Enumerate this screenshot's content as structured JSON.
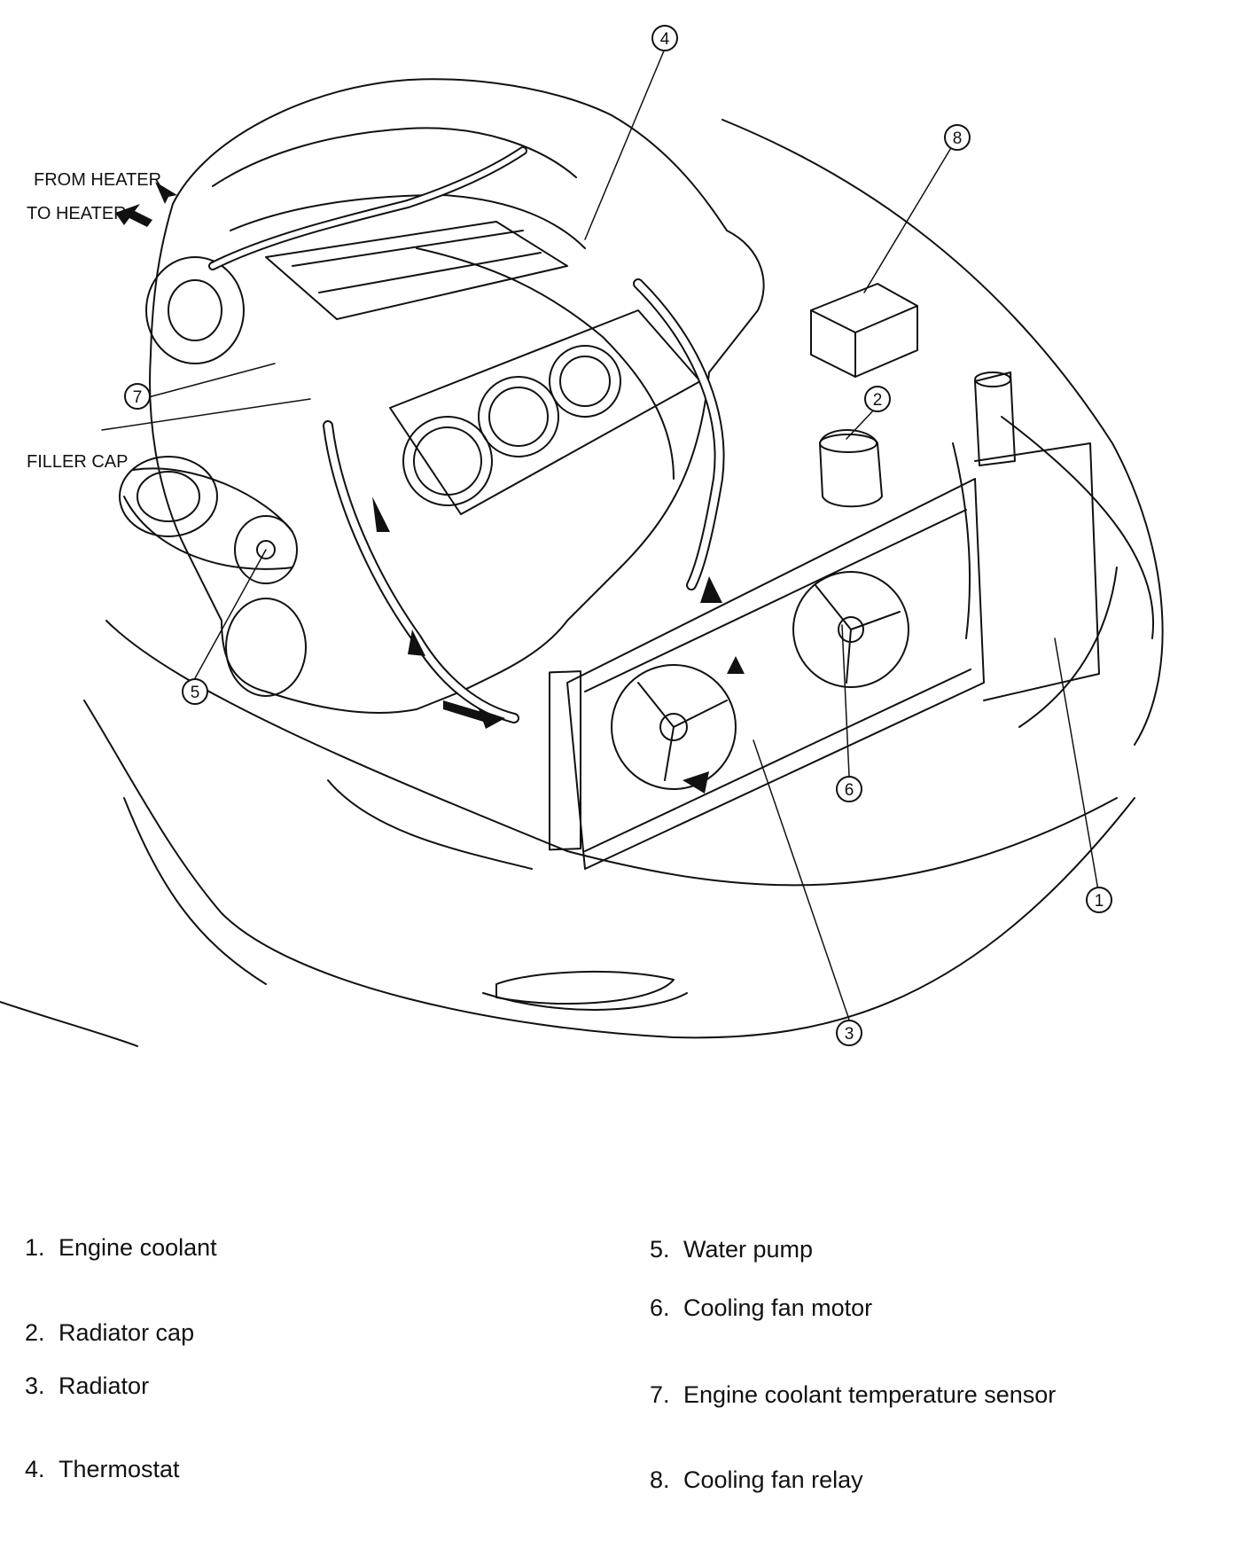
{
  "diagram": {
    "flow_labels": {
      "from_heater": "FROM HEATER",
      "to_heater": "TO HEATER",
      "filler_cap": "FILLER CAP"
    },
    "callouts": [
      "1",
      "2",
      "3",
      "4",
      "5",
      "6",
      "7",
      "8"
    ]
  },
  "legend": [
    {
      "num": "1.",
      "text": "Engine coolant"
    },
    {
      "num": "2.",
      "text": "Radiator cap"
    },
    {
      "num": "3.",
      "text": "Radiator"
    },
    {
      "num": "4.",
      "text": "Thermostat"
    },
    {
      "num": "5.",
      "text": "Water pump"
    },
    {
      "num": "6.",
      "text": "Cooling fan motor"
    },
    {
      "num": "7.",
      "text": "Engine coolant temperature sensor"
    },
    {
      "num": "8.",
      "text": "Cooling fan relay"
    }
  ]
}
